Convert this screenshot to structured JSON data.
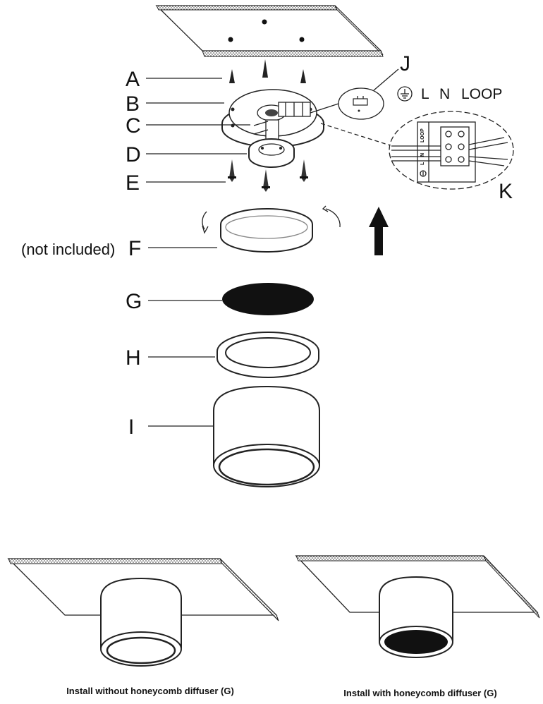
{
  "labels": {
    "A": "A",
    "B": "B",
    "C": "C",
    "D": "D",
    "E": "E",
    "F": "F",
    "F_note": "(not included)",
    "G": "G",
    "H": "H",
    "I": "I",
    "J": "J",
    "K": "K"
  },
  "terminals": {
    "L": "L",
    "N": "N",
    "LOOP": "LOOP"
  },
  "terminal_block": {
    "loop": "LOOP",
    "n": "N",
    "l": "L"
  },
  "captions": {
    "left": "Install without honeycomb diffuser (G)",
    "right": "Install with honeycomb diffuser (G)"
  },
  "icons": {
    "earth": "earth-ground-icon",
    "arrow": "up-arrow-icon"
  }
}
